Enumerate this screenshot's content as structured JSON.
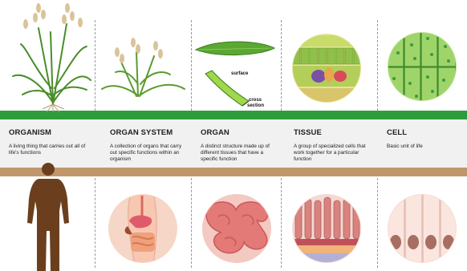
{
  "levels": [
    {
      "title": "ORGANISM",
      "description": "A living thing that carries out all of life's functions",
      "plant_icon": "rice-plant-icon",
      "animal_icon": "human-silhouette-icon"
    },
    {
      "title": "ORGAN SYSTEM",
      "description": "A collection of organs that carry out specific functions within an organism",
      "plant_icon": "plant-shoot-system-icon",
      "animal_icon": "digestive-system-icon"
    },
    {
      "title": "ORGAN",
      "description": "A distinct structure made up of different tissues that have a specific function",
      "plant_icon": "leaf-icon",
      "animal_icon": "intestine-icon"
    },
    {
      "title": "TISSUE",
      "description": "A group of specialized cells that work together for a particular function",
      "plant_icon": "leaf-tissue-icon",
      "animal_icon": "intestinal-villi-icon"
    },
    {
      "title": "CELL",
      "description": "Basic unit of life",
      "plant_icon": "plant-cell-icon",
      "animal_icon": "animal-cell-icon"
    }
  ],
  "leaf_labels": {
    "surface": "surface",
    "cross_section": "cross\nsection"
  },
  "colors": {
    "green_band": "#2e9c3c",
    "brown_band": "#c0966b",
    "text_band": "#f1f1f1"
  }
}
